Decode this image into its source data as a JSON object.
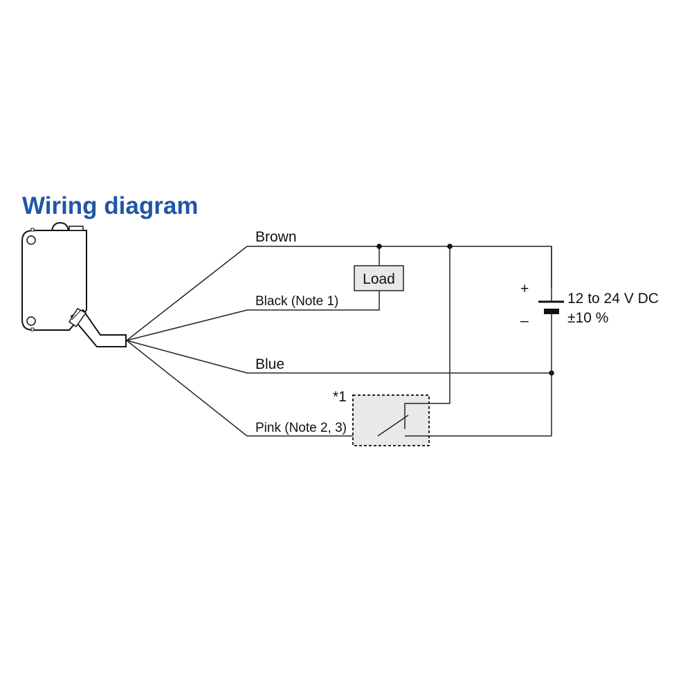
{
  "title": "Wiring diagram",
  "wires": [
    {
      "id": "brown",
      "label": "Brown"
    },
    {
      "id": "black",
      "label": "Black (Note 1)"
    },
    {
      "id": "blue",
      "label": "Blue"
    },
    {
      "id": "pink",
      "label": "Pink (Note 2, 3)"
    }
  ],
  "load": {
    "label": "Load"
  },
  "power_supply": {
    "plus_symbol": "+",
    "minus_symbol": "–",
    "voltage": "12 to 24 V DC",
    "tolerance": "±10 %"
  },
  "switch_block": {
    "marker": "*1"
  },
  "colors": {
    "title": "#1f56a5",
    "load_fill": "#e8e8e8",
    "switch_fill": "#e9e9e9"
  }
}
